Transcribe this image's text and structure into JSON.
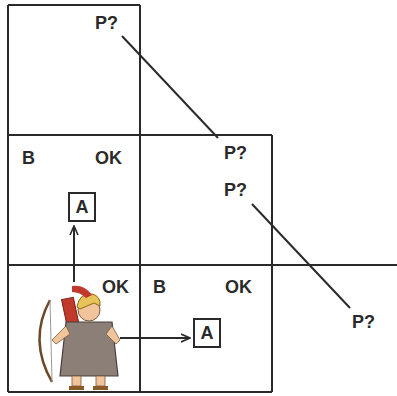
{
  "diagram": {
    "nodes": [
      {
        "text": [
          "P?"
        ]
      },
      {
        "text": [
          "B",
          "OK"
        ]
      },
      {
        "text": [
          "A"
        ],
        "in": 1
      },
      {
        "text": [
          "P?",
          "P?"
        ]
      },
      {
        "text": [
          "OK"
        ]
      },
      {
        "text": [
          "B",
          "OK"
        ]
      },
      {
        "text": [
          "A"
        ],
        "in": 5
      },
      {
        "text": [
          "P?"
        ]
      }
    ]
  }
}
